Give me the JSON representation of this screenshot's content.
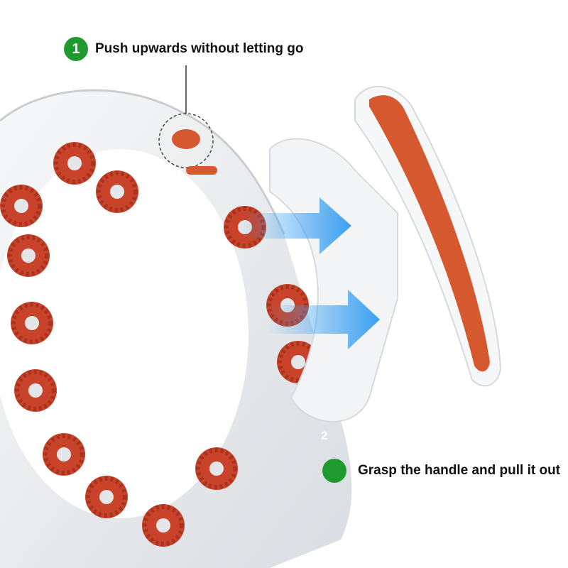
{
  "colors": {
    "badge_green": "#1e9a2e",
    "roller_red": "#c8432a",
    "grip_orange": "#d5582f",
    "body_white": "#eef0f2",
    "arrow_blue": "#3aa0f0"
  },
  "steps": [
    {
      "number": "1",
      "text": "Push upwards without letting go"
    },
    {
      "number": "",
      "text": "Grasp the handle and pull it out"
    }
  ],
  "product_labels": {
    "number_2": "2"
  },
  "icons": [
    "right-arrow-icon",
    "right-arrow-icon"
  ]
}
